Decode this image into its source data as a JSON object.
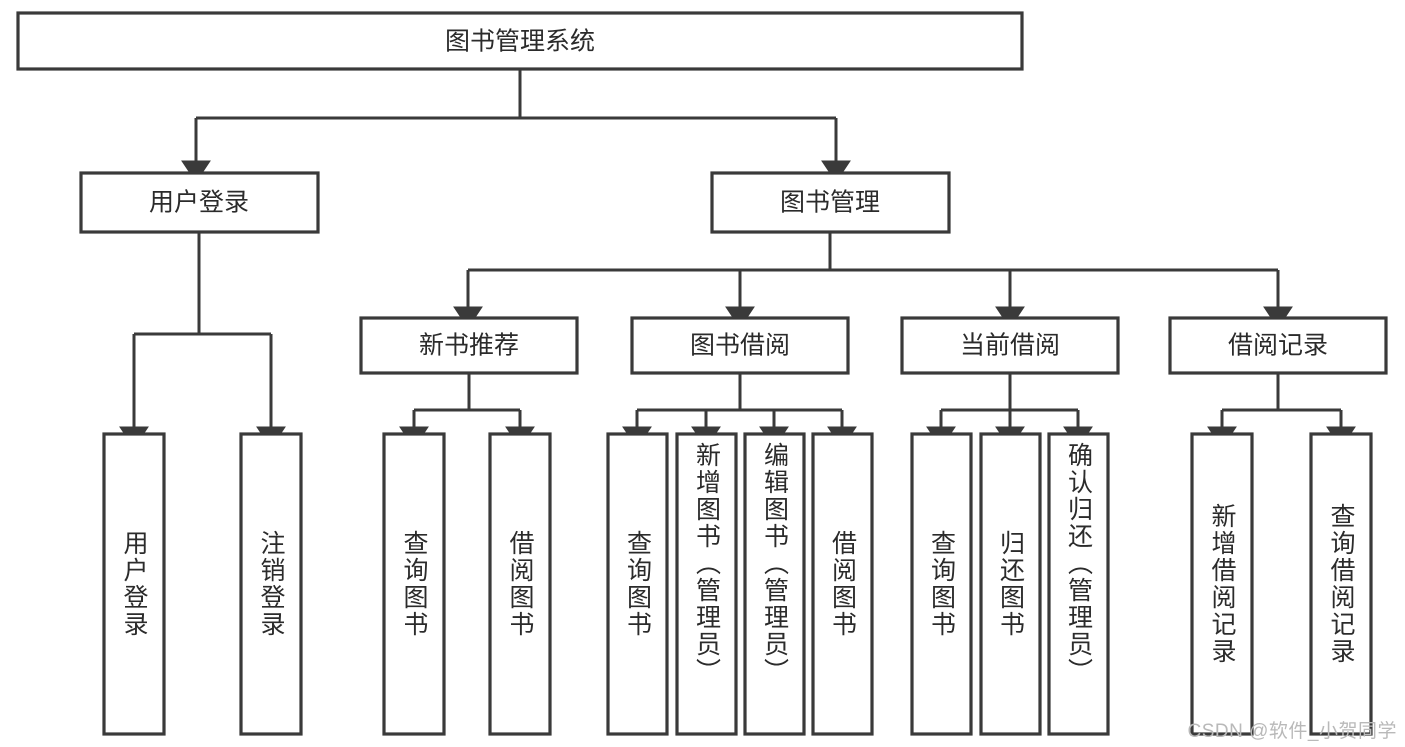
{
  "diagram": {
    "title": "图书管理系统",
    "type": "tree",
    "watermark": "CSDN @软件_小贺同学",
    "colors": {
      "background": "#ffffff",
      "box_fill": "#ffffff",
      "box_stroke": "#3a3a3a",
      "text": "#2b2b2b",
      "connector": "#3a3a3a",
      "watermark": "#b9b9b9"
    },
    "root": {
      "label": "图书管理系统"
    },
    "level1": [
      {
        "label": "用户登录"
      },
      {
        "label": "图书管理"
      }
    ],
    "level2": [
      {
        "label": "新书推荐"
      },
      {
        "label": "图书借阅"
      },
      {
        "label": "当前借阅"
      },
      {
        "label": "借阅记录"
      }
    ],
    "leaves": {
      "user_login": [
        {
          "label": "用户登录"
        },
        {
          "label": "注销登录"
        }
      ],
      "new_book_recommend": [
        {
          "label": "查询图书"
        },
        {
          "label": "借阅图书"
        }
      ],
      "book_borrow": [
        {
          "label": "查询图书"
        },
        {
          "label": "新增图书（管理员）"
        },
        {
          "label": "编辑图书（管理员）"
        },
        {
          "label": "借阅图书"
        }
      ],
      "current_borrow": [
        {
          "label": "查询图书"
        },
        {
          "label": "归还图书"
        },
        {
          "label": "确认归还（管理员）"
        }
      ],
      "borrow_record": [
        {
          "label": "新增借阅记录"
        },
        {
          "label": "查询借阅记录"
        }
      ]
    },
    "edges": [
      {
        "from": "图书管理系统",
        "to": "用户登录"
      },
      {
        "from": "图书管理系统",
        "to": "图书管理"
      },
      {
        "from": "用户登录",
        "to": "用户登录"
      },
      {
        "from": "用户登录",
        "to": "注销登录"
      },
      {
        "from": "图书管理",
        "to": "新书推荐"
      },
      {
        "from": "图书管理",
        "to": "图书借阅"
      },
      {
        "from": "图书管理",
        "to": "当前借阅"
      },
      {
        "from": "图书管理",
        "to": "借阅记录"
      },
      {
        "from": "新书推荐",
        "to": "查询图书"
      },
      {
        "from": "新书推荐",
        "to": "借阅图书"
      },
      {
        "from": "图书借阅",
        "to": "查询图书"
      },
      {
        "from": "图书借阅",
        "to": "新增图书（管理员）"
      },
      {
        "from": "图书借阅",
        "to": "编辑图书（管理员）"
      },
      {
        "from": "图书借阅",
        "to": "借阅图书"
      },
      {
        "from": "当前借阅",
        "to": "查询图书"
      },
      {
        "from": "当前借阅",
        "to": "归还图书"
      },
      {
        "from": "当前借阅",
        "to": "确认归还（管理员）"
      },
      {
        "from": "借阅记录",
        "to": "新增借阅记录"
      },
      {
        "from": "借阅记录",
        "to": "查询借阅记录"
      }
    ]
  }
}
